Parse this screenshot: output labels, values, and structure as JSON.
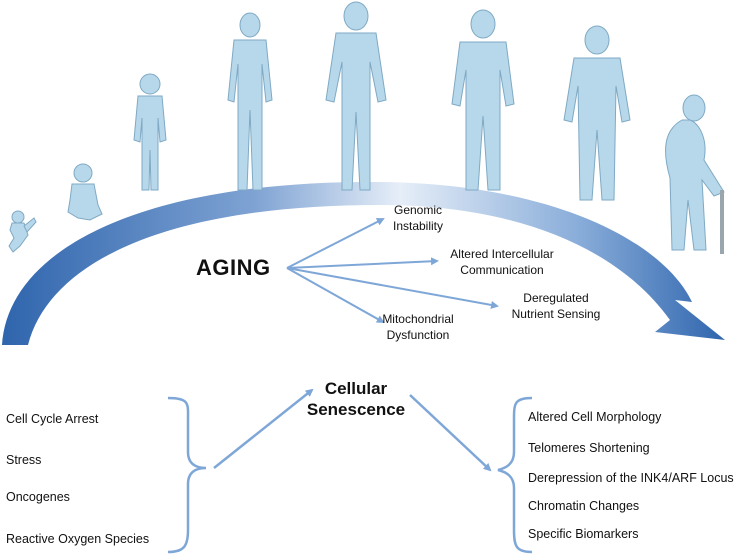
{
  "aging": {
    "label": "AGING",
    "hallmarks": [
      {
        "line1": "Genomic",
        "line2": "Instability"
      },
      {
        "line1": "Altered Intercellular",
        "line2": "Communication"
      },
      {
        "line1": "Deregulated",
        "line2": "Nutrient Sensing"
      },
      {
        "line1": "Mitochondrial",
        "line2": "Dysfunction"
      }
    ]
  },
  "senescence": {
    "line1": "Cellular",
    "line2": "Senescence"
  },
  "causes": [
    "Cell Cycle Arrest",
    "Stress",
    "Oncogenes",
    "Reactive Oxygen Species"
  ],
  "features": [
    "Altered Cell Morphology",
    "Telomeres Shortening",
    "Derepression of the INK4/ARF Locus",
    "Chromatin Changes",
    "Specific Biomarkers"
  ],
  "life_stages": [
    "infant-figure",
    "toddler-figure",
    "child-figure",
    "teen-figure",
    "adult-figure",
    "middle-age-figure",
    "older-adult-figure",
    "elderly-figure"
  ],
  "colors": {
    "figure_fill": "#b7d8ea",
    "figure_stroke": "#7fa9c4",
    "arc_dark": "#3a6fb3",
    "arc_light": "#d6e4f3",
    "arrow": "#7ea7d8",
    "text": "#111111"
  }
}
